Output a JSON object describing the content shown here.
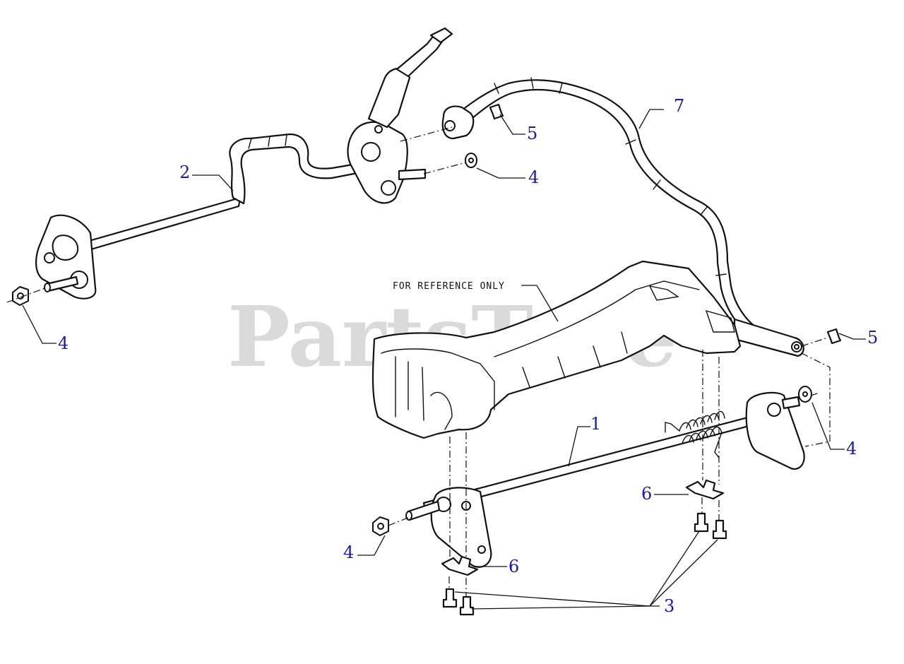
{
  "colors": {
    "callout": "#1a1aa6",
    "line": "#111111",
    "watermark": "#bdbdbd"
  },
  "watermark": "PartsTree",
  "note": "FOR REFERENCE ONLY",
  "callouts": [
    {
      "id": "c1",
      "label": "1"
    },
    {
      "id": "c2",
      "label": "2"
    },
    {
      "id": "c3",
      "label": "3"
    },
    {
      "id": "c4a",
      "label": "4"
    },
    {
      "id": "c4b",
      "label": "4"
    },
    {
      "id": "c4c",
      "label": "4"
    },
    {
      "id": "c4d",
      "label": "4"
    },
    {
      "id": "c5a",
      "label": "5"
    },
    {
      "id": "c5b",
      "label": "5"
    },
    {
      "id": "c6a",
      "label": "6"
    },
    {
      "id": "c6b",
      "label": "6"
    },
    {
      "id": "c7",
      "label": "7"
    }
  ]
}
